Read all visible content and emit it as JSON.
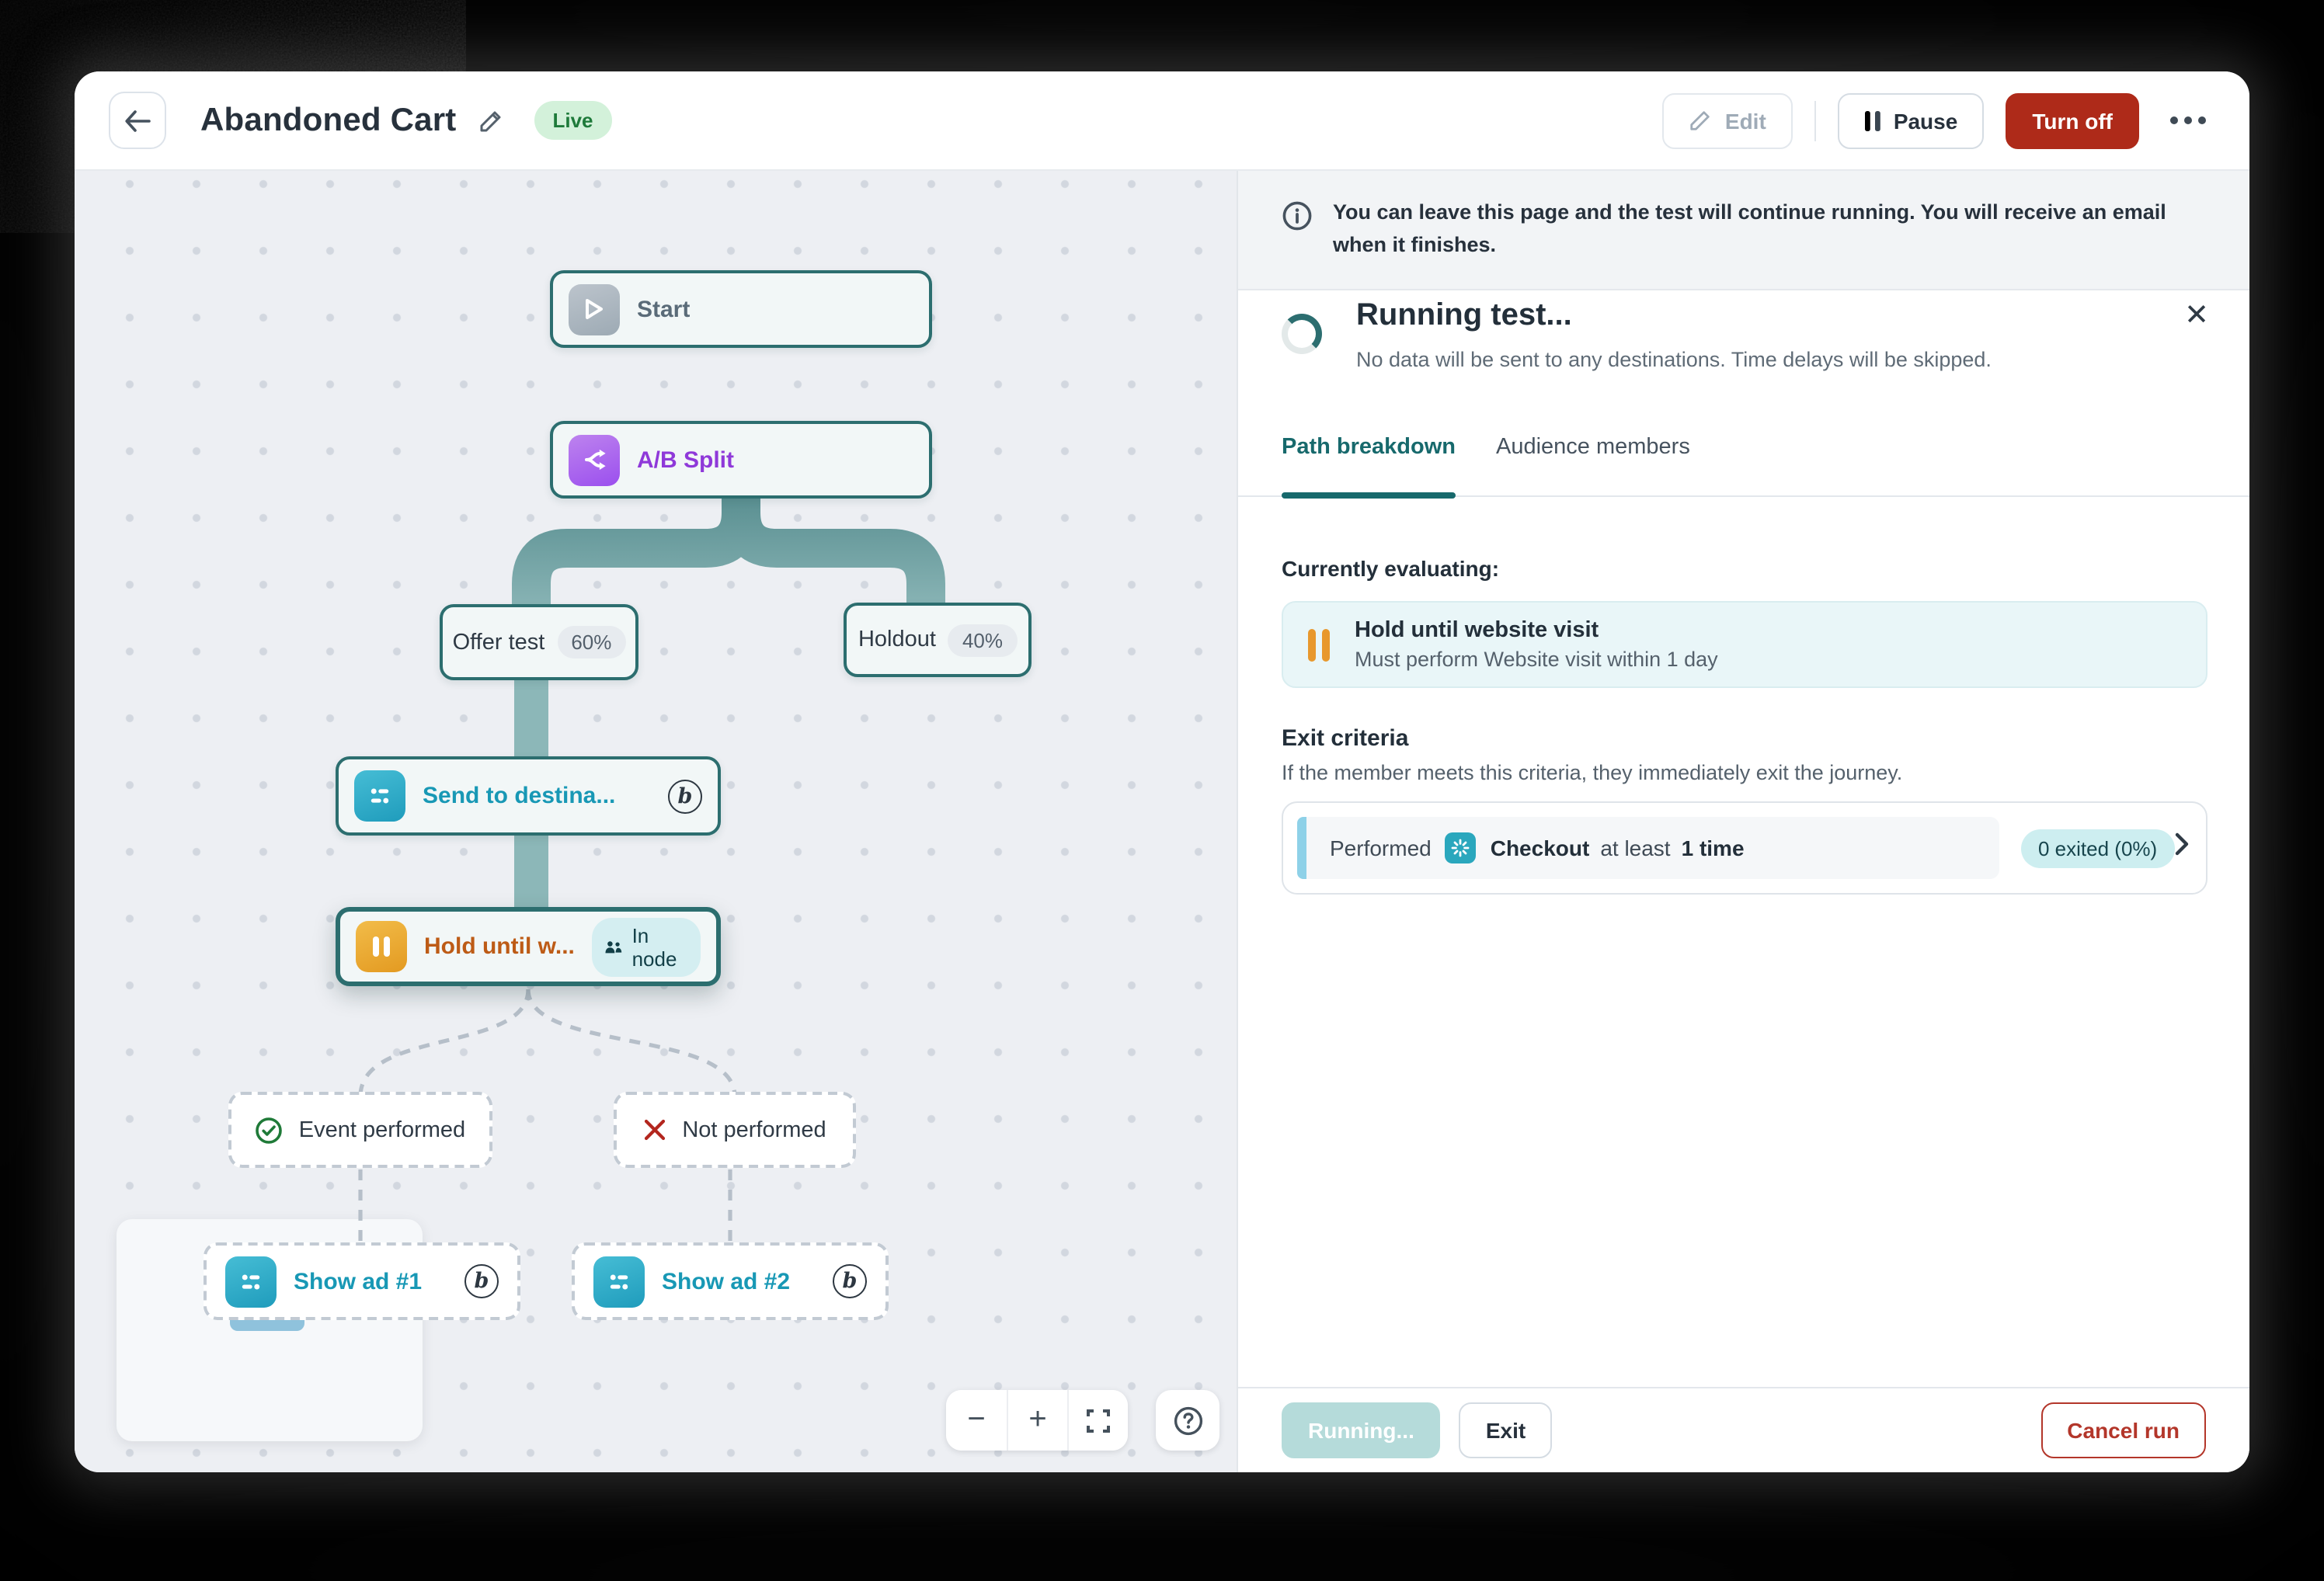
{
  "header": {
    "title": "Abandoned Cart",
    "status_badge": "Live",
    "edit_label": "Edit",
    "pause_label": "Pause",
    "turn_off_label": "Turn off"
  },
  "canvas": {
    "nodes": {
      "start": {
        "label": "Start"
      },
      "ab_split": {
        "label": "A/B Split"
      },
      "offer_test": {
        "label": "Offer test",
        "badge": "60%"
      },
      "holdout": {
        "label": "Holdout",
        "badge": "40%"
      },
      "send_destination": {
        "label": "Send to destina...",
        "logo": "b"
      },
      "hold_until": {
        "label": "Hold until w...",
        "badge": "In node"
      },
      "event_performed": {
        "label": "Event performed"
      },
      "not_performed": {
        "label": "Not performed"
      },
      "show_ad_1": {
        "label": "Show ad #1",
        "logo": "b"
      },
      "show_ad_2": {
        "label": "Show ad #2",
        "logo": "b"
      }
    },
    "controls": {
      "zoom_out": "−",
      "zoom_in": "+"
    }
  },
  "panel": {
    "banner": "You can leave this page and the test will continue running. You will receive an email when it finishes.",
    "running": {
      "title": "Running test...",
      "subtitle": "No data will be sent to any destinations. Time delays will be skipped."
    },
    "tabs": [
      {
        "label": "Path breakdown",
        "active": true
      },
      {
        "label": "Audience members",
        "active": false
      }
    ],
    "currently_evaluating_label": "Currently evaluating:",
    "evaluating_card": {
      "title": "Hold until website visit",
      "subtitle": "Must perform Website visit within 1 day"
    },
    "exit_criteria": {
      "heading": "Exit criteria",
      "description": "If the member meets this criteria, they immediately exit the journey.",
      "row": {
        "prefix": "Performed",
        "event": "Checkout",
        "middle": "at least",
        "count": "1 time",
        "badge": "0 exited (0%)"
      }
    },
    "footer": {
      "running_label": "Running...",
      "exit_label": "Exit",
      "cancel_label": "Cancel run"
    }
  },
  "colors": {
    "accent_teal": "#17696c",
    "node_border": "#2c6e6f",
    "connector_dark": "#3d7476",
    "connector_light": "#8ab5b6",
    "danger": "#ae2a19",
    "live_badge_bg": "#d3f1da",
    "live_badge_text": "#1e7a3a",
    "cyan_action": "#1898b5",
    "hold_orange": "#bd5b16",
    "canvas_bg": "#edeff3"
  }
}
